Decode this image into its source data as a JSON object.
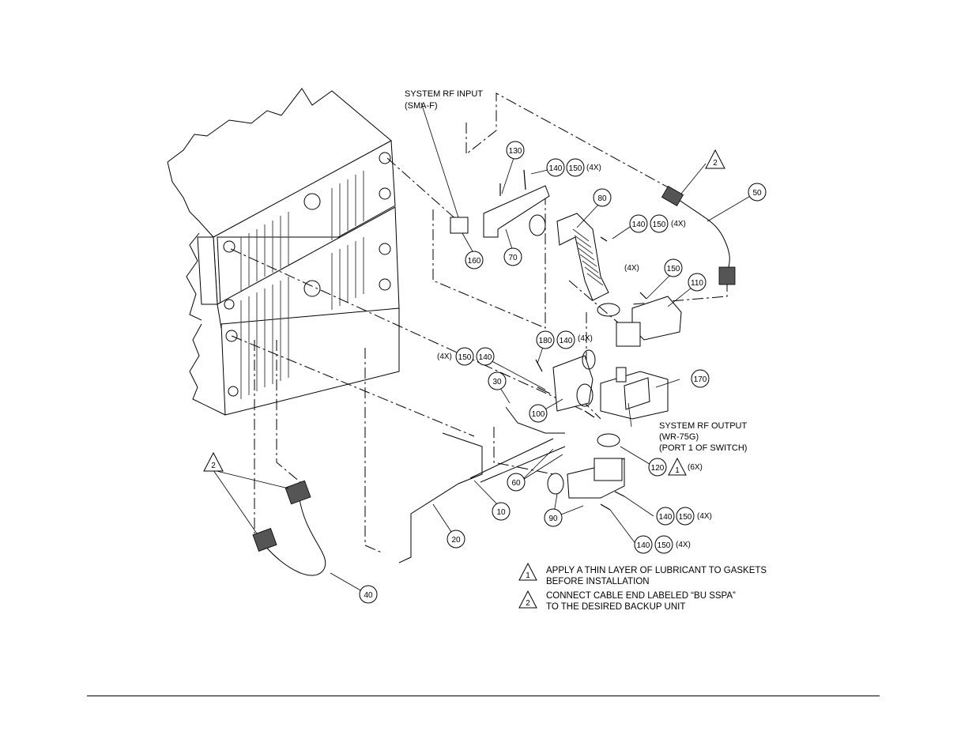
{
  "labels": {
    "system_rf_input_line1": "SYSTEM RF INPUT",
    "system_rf_input_line2": "(SMA-F)",
    "system_rf_output_line1": "SYSTEM RF OUTPUT",
    "system_rf_output_line2": "(WR-75G)",
    "system_rf_output_line3": "(PORT 1 OF SWITCH)"
  },
  "callouts": {
    "c10": "10",
    "c20": "20",
    "c30": "30",
    "c40": "40",
    "c50": "50",
    "c60": "60",
    "c70": "70",
    "c80": "80",
    "c90": "90",
    "c100": "100",
    "c110": "110",
    "c120": "120",
    "c130": "130",
    "c140a": "140",
    "c150a": "150",
    "c140b": "140",
    "c150b": "150",
    "c150c": "150",
    "c180": "180",
    "c140d": "140",
    "c150e": "150",
    "c140e": "140",
    "c140f": "140",
    "c150f": "150",
    "c140g": "140",
    "c150g": "150",
    "c160": "160",
    "c170": "170"
  },
  "quantities": {
    "q_a": "(4X)",
    "q_b": "(4X)",
    "q_c": "(4X)",
    "q_d": "(4X)",
    "q_e": "(4X)",
    "q_f": "(4X)",
    "q_g": "(4X)",
    "q_h": "(6X)"
  },
  "flags": {
    "f1": "1",
    "f2a": "2",
    "f2b": "2",
    "n1": "1",
    "n2": "2"
  },
  "notes": {
    "note1_line1": "APPLY A THIN LAYER OF LUBRICANT TO GASKETS",
    "note1_line2": "BEFORE INSTALLATION",
    "note2_line1": "CONNECT CABLE END LABELED “BU SSPA”",
    "note2_line2": "TO THE DESIRED BACKUP UNIT"
  }
}
